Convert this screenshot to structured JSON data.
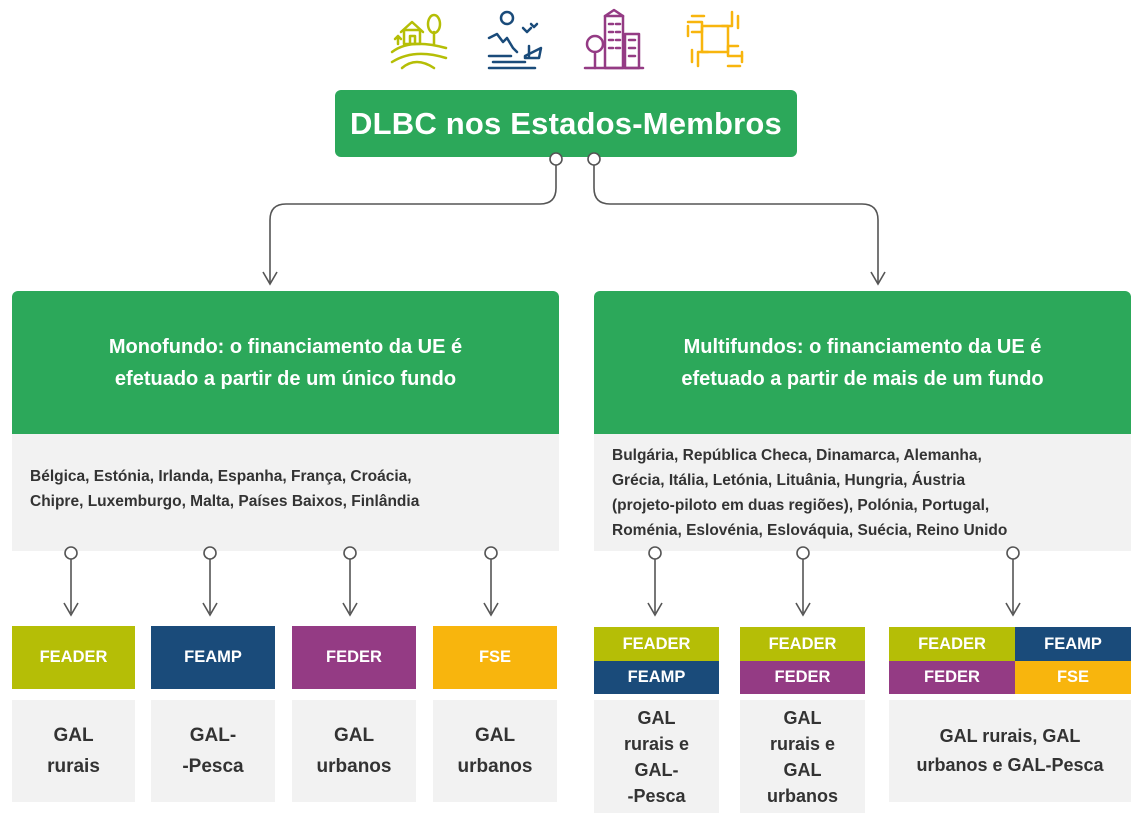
{
  "title": "DLBC nos Estados-Membros",
  "icons": [
    "rural-landscape-icon",
    "coastal-fishing-icon",
    "urban-buildings-icon",
    "joined-hands-icon"
  ],
  "colors": {
    "green": "#2ca85a",
    "feader": "#b5be06",
    "feamp": "#1a4b7a",
    "feder": "#943b84",
    "fse": "#f8b50d",
    "panel": "#f2f2f2",
    "connector": "#555555"
  },
  "mono": {
    "heading_line1": "Monofundo: o financiamento da UE é",
    "heading_line2": "efetuado a partir de um único fundo",
    "countries_line1": "Bélgica, Estónia, Irlanda, Espanha, França, Croácia,",
    "countries_line2": "Chipre, Luxemburgo, Malta, Países Baixos, Finlândia",
    "funds": [
      {
        "fund": "FEADER",
        "gal_line1": "GAL",
        "gal_line2": "rurais"
      },
      {
        "fund": "FEAMP",
        "gal_line1": "GAL-",
        "gal_line2": "-Pesca"
      },
      {
        "fund": "FEDER",
        "gal_line1": "GAL",
        "gal_line2": "urbanos"
      },
      {
        "fund": "FSE",
        "gal_line1": "GAL",
        "gal_line2": "urbanos"
      }
    ]
  },
  "multi": {
    "heading_line1": "Multifundos: o financiamento da UE é",
    "heading_line2": "efetuado a partir de mais de um fundo",
    "countries_line1": "Bulgária, República Checa, Dinamarca, Alemanha,",
    "countries_line2": "Grécia, Itália, Letónia, Lituânia, Hungria, Áustria",
    "countries_line3": "(projeto-piloto em duas regiões), Polónia, Portugal,",
    "countries_line4": "Roménia, Eslovénia, Eslováquia, Suécia, Reino Unido",
    "combos": [
      {
        "funds": [
          "FEADER",
          "FEAMP"
        ],
        "gal_lines": [
          "GAL",
          "rurais e",
          "GAL-",
          "-Pesca"
        ]
      },
      {
        "funds": [
          "FEADER",
          "FEDER"
        ],
        "gal_lines": [
          "GAL",
          "rurais e",
          "GAL",
          "urbanos"
        ]
      },
      {
        "funds": [
          "FEADER",
          "FEAMP",
          "FEDER",
          "FSE"
        ],
        "gal_lines": [
          "GAL rurais, GAL",
          "urbanos e GAL-Pesca"
        ]
      }
    ]
  }
}
